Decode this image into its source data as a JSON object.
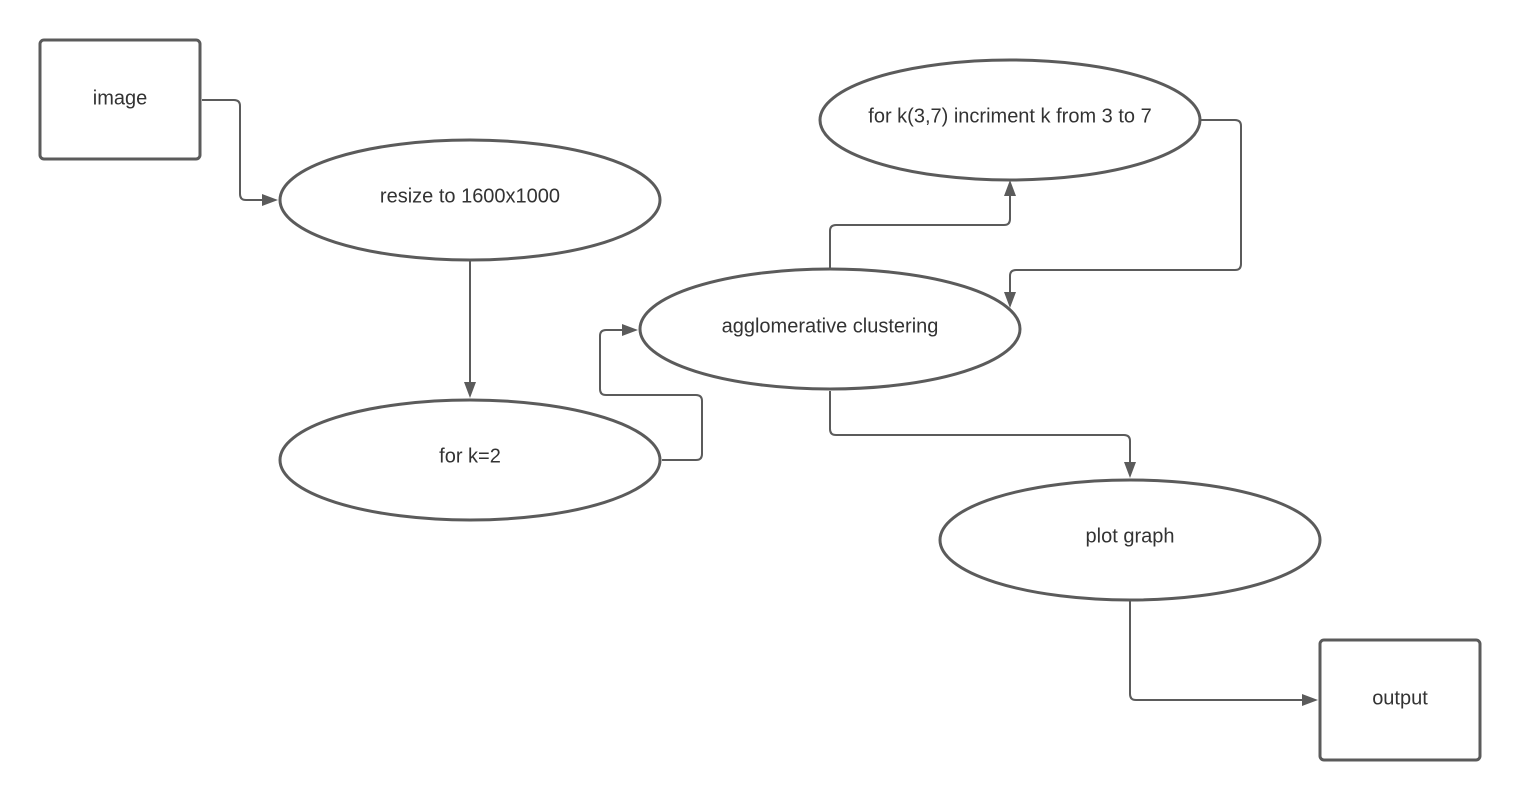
{
  "colors": {
    "stroke": "#5b5b5b",
    "text": "#333333",
    "background": "#ffffff"
  },
  "nodes": {
    "image": {
      "shape": "rectangle",
      "label": "image"
    },
    "resize": {
      "shape": "ellipse",
      "label": "resize to 1600x1000"
    },
    "for_k2": {
      "shape": "ellipse",
      "label": "for k=2"
    },
    "agglomerative": {
      "shape": "ellipse",
      "label": "agglomerative clustering"
    },
    "for_k37": {
      "shape": "ellipse",
      "label": "for k(3,7) incriment k from 3 to 7"
    },
    "plot": {
      "shape": "ellipse",
      "label": "plot graph"
    },
    "output": {
      "shape": "rectangle",
      "label": "output"
    }
  },
  "edges": [
    {
      "from": "image",
      "to": "resize"
    },
    {
      "from": "resize",
      "to": "for_k2"
    },
    {
      "from": "for_k2",
      "to": "agglomerative"
    },
    {
      "from": "agglomerative",
      "to": "for_k37"
    },
    {
      "from": "for_k37",
      "to": "agglomerative"
    },
    {
      "from": "agglomerative",
      "to": "plot"
    },
    {
      "from": "plot",
      "to": "output"
    }
  ]
}
